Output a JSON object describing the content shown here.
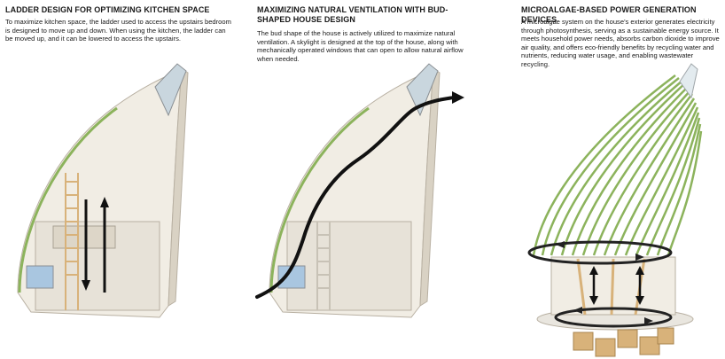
{
  "panels": [
    {
      "title": "LADDER DESIGN FOR OPTIMIZING KITCHEN SPACE",
      "body": "To maximize kitchen space, the ladder used to access the upstairs bedroom is designed to move up and down. When using the kitchen, the ladder can be moved up, and it can be lowered to access the upstairs."
    },
    {
      "title": "MAXIMIZING NATURAL VENTILATION WITH BUD-SHAPED HOUSE DESIGN",
      "body": "The bud shape of the house is actively utilized to maximize natural ventilation. A skylight is designed at the top of the house, along with mechanically operated windows that can open to allow natural airflow when needed."
    },
    {
      "title": "MICROALGAE-BASED POWER GENERATION DEVICES",
      "body": "A microalgae system on the house's exterior generates electricity through photosynthesis, serving as a sustainable energy source. It meets household power needs, absorbs carbon dioxide to improve air quality, and offers eco-friendly benefits by recycling water and nutrients, reducing water usage, and enabling wastewater recycling."
    }
  ],
  "colors": {
    "shell": "#f1ede4",
    "shell_shadow": "#d9d2c4",
    "interior": "#e7e2d8",
    "algae_green": "#8cb35c",
    "wood": "#d8b27a",
    "arrow": "#111111"
  }
}
